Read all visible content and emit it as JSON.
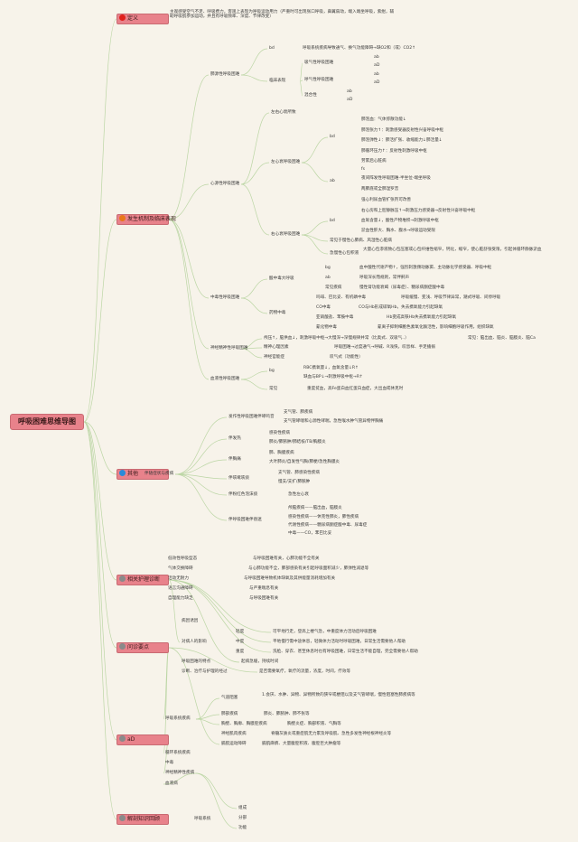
{
  "root": "呼吸困难思维导图",
  "colors": {
    "node_fill": "#e8828b",
    "line": "#bcd6a5",
    "background": "#f7f3ea",
    "icon_red": "#e0201b",
    "icon_orange": "#e8781a",
    "icon_blue": "#2a8ad8",
    "icon_gray": "#8a8a8a"
  },
  "categories": [
    {
      "label": "定义",
      "icon": "number-1-icon",
      "icon_color": "#e0201b"
    },
    {
      "label": "发生机制及临床表现",
      "icon": "number-2-icon",
      "icon_color": "#e8781a"
    },
    {
      "label": "其他",
      "icon": "number-3-icon",
      "icon_color": "#2a8ad8"
    },
    {
      "label": "相关护理诊断",
      "icon": "gray-dot-icon",
      "icon_color": "#8a8a8a"
    },
    {
      "label": "问诊要点",
      "icon": "gray-dot-icon",
      "icon_color": "#8a8a8a"
    },
    {
      "label": "aD",
      "icon": "gray-dot-icon",
      "icon_color": "#8a8a8a"
    },
    {
      "label": "解剖知识回顾",
      "icon": "gray-dot-icon",
      "icon_color": "#8a8a8a"
    }
  ],
  "definition": "主观感受空气不足、呼吸费力，客观上表现为呼吸运动用力（严重时可出现张口呼吸，鼻翼扇动，端入端坐呼吸，紫绀，辅助呼吸肌参加运动，并且有呼吸频率、深度、节律改变）",
  "texts": [
    "肺源性呼吸困难",
    "bd",
    "呼吸系统疾病导致通气、换气功能障碍→缺O2和（或）CO2↑",
    "临床表现",
    "吸气性呼吸困难",
    "ab",
    "aD",
    "呼气性呼吸困难",
    "ab",
    "aD",
    "混合性",
    "ab",
    "aD",
    "心源性呼吸困难",
    "左右心衰所致",
    "左心衰呼吸困难",
    "bd",
    "肺泡血：气体弥散功能↓",
    "肺泡张力↑：刺激感受器反射性兴奋呼吸中枢",
    "肺泡弹性↓：肺活扩张、收缩能力↓肺活量↓",
    "肺循环压力↑：反射性刺激呼吸中枢",
    "ab",
    "劳累后心脏病",
    "fs",
    "夜间阵发性呼吸困难-半坐位-端坐呼吸",
    "两肺底或全肺湿罗音",
    "强心利尿血管扩张剂可改善",
    "右心衰呼吸困难",
    "bd",
    "右心房和上腔静脉压↑→刺激压力感受器→反射性兴奋呼吸中枢",
    "血氧含量↓，酸性产物堆积→刺激呼吸中枢",
    "淤血性肝大、胸水、腹水→呼吸运动受限",
    "常见于慢性心肺病、风湿性心脏病",
    "急慢性心包积液",
    "大量心包渗液致心包压塞或心包纤维性缩窄，钙化，缩窄，使心脏舒张受限，引起体循环静脉淤血",
    "中毒性呼吸困难",
    "酸中毒大呼吸",
    "bg",
    "血中酸性代谢产物↑，强烈刺激颈动脉窦、主动脉化学感受器、呼吸中枢",
    "ab",
    "呼吸深长而规则，常伴鼾声",
    "常见疾病",
    "慢性肾功能衰竭（尿毒症）、糖尿病酮症酸中毒",
    "药物中毒",
    "吗啡、巴比妥、有机磷中毒",
    "呼吸缓慢、变浅、呼吸节律异常，潮式呼吸、间停呼吸",
    "CO中毒",
    "CO与Hb形成碳氧Hb，失去携氧能力引起缺氧",
    "亚硝酸盐、苯胺中毒",
    "Hb变成高铁Hb失去携氧能力引起缺氧",
    "氰化物中毒",
    "氰离子抑制细胞色素氧化酶活性，影响细胞呼吸作用，组织缺氧",
    "神经精神性呼吸困难",
    "颅压↑，脑供血↓，刺激呼吸中枢→大慢深→深慢规律并常（比奥式、双吸气..）",
    "常见：脑出血、脑炎、脑膜炎、脑Ca",
    "精神心理因素",
    "呼吸困难→过度通气→呼碱、R浅快，叹息样、手足搐搦",
    "神经官能症",
    "叹气式（功能性）",
    "血液性呼吸困难",
    "bg",
    "RBC携氧量↓，血氧含量↓R↑",
    "缺血与BP↓→刺激呼吸中枢→R↑",
    "常见",
    "重度贫血，高Fe蛋白血红蛋白血症，大出血或休克时",
    "伴随症状与疾病",
    "发作性呼吸困难伴哮鸣音",
    "支气管、肺疾病",
    "支气管哮喘和心源性哮喘，急性喉水肿气管异物伴胸痛",
    "伴发热",
    "感染性疾病",
    "肺炎/肺脓肿/肺结核/TB/胸膜炎",
    "伴胸痛",
    "肺、胸膜疾病",
    "大叶肺炎/自发性气胸/肺梗/急性胸膜炎",
    "伴咳嗽咳痰",
    "支气管、肺感染性疾病",
    "慢支/支扩/肺脓肿",
    "伴粉红色泡沫痰",
    "急性左心衰",
    "伴呼吸困难伴昏迷",
    "颅脑疾病——脑出血，脑膜炎",
    "感染性疾病——休克性肺炎，肺性疾病",
    "代谢性疾病——糖尿病酮症酸中毒、尿毒症",
    "中毒——CO，苯巴比妥",
    "低效性呼吸型态",
    "与呼吸困难有关，心肺功能不全有关",
    "气体交换障碍",
    "与心肺功能不全，肺部感染有关引起呼吸面积减少，肺弹性减退等",
    "活动无耐力",
    "与呼吸困难导致机体缺氧及其供能量消耗增加有关",
    "语言沟通障碍",
    "与严重喘息有关",
    "自理能力缺乏",
    "与呼吸困难有关",
    "病因诱因",
    "对病人的影响",
    "轻度",
    "可平地行走，登高上楼气急，中重度体力活动后呼吸困难",
    "中度",
    "平地慢行需中途休息，轻微体力活动时呼吸困难，日常生活需要他人帮助",
    "重度",
    "洗脸、穿衣、甚至休息时也有呼吸困难，日常生活不能自理，完全需要他人帮助",
    "呼吸困难的特点",
    "起病急缓，持续时间",
    "诊断、治疗与护理的经过",
    "是否需要氧疗，氧疗的流量，浓度，时间，疗效等",
    "呼吸系统疾病",
    "气道阻塞",
    "1.会厌、水肿、异物、异物所致的狭窄或梗阻以及支气管哮喘，慢性阻塞性肺疾病等",
    "肺部疾病",
    "肺炎、肺脓肿、肺不张等",
    "胸壁、胸廓、胸膜腔疾病",
    "胸壁炎症、胸部积液、气胸等",
    "神经肌肉疾病",
    "脊髓灰质炎或重症肌无力累及呼吸肌、急性多发性神经根神经炎等",
    "膈肌运动障碍",
    "膈肌麻痹、大量腹腔积液、腹腔巨大肿瘤等",
    "循环系统疾病",
    "中毒",
    "神经精神性疾病",
    "血液病",
    "呼吸系统",
    "组成",
    "分部",
    "功能"
  ]
}
